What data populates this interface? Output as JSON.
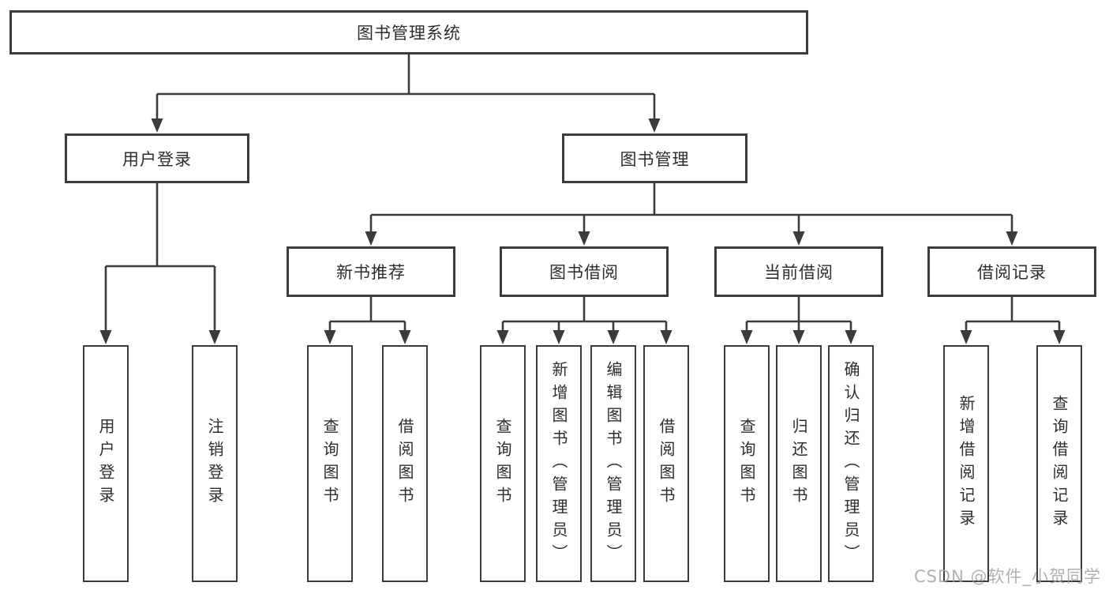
{
  "nodes": {
    "root": "图书管理系统",
    "user_login": "用户登录",
    "book_mgmt": "图书管理",
    "new_book_rec": "新书推荐",
    "book_borrow": "图书借阅",
    "current_borrow": "当前借阅",
    "borrow_records": "借阅记录",
    "ul_login": "用户登录",
    "ul_logout": "注销登录",
    "nbr_query": "查询图书",
    "nbr_borrow": "借阅图书",
    "bb_query": "查询图书",
    "bb_add": "新增图书（管理员）",
    "bb_edit": "编辑图书（管理员）",
    "bb_borrow": "借阅图书",
    "cb_query": "查询图书",
    "cb_return": "归还图书",
    "cb_confirm": "确认归还（管理员）",
    "br_add": "新增借阅记录",
    "br_query": "查询借阅记录"
  },
  "watermark": "CSDN @软件_小贺同学",
  "colors": {
    "line": "#3b3b3b",
    "text": "#2d2d2d",
    "watermark": "#a3a3a3",
    "background": "#ffffff"
  }
}
